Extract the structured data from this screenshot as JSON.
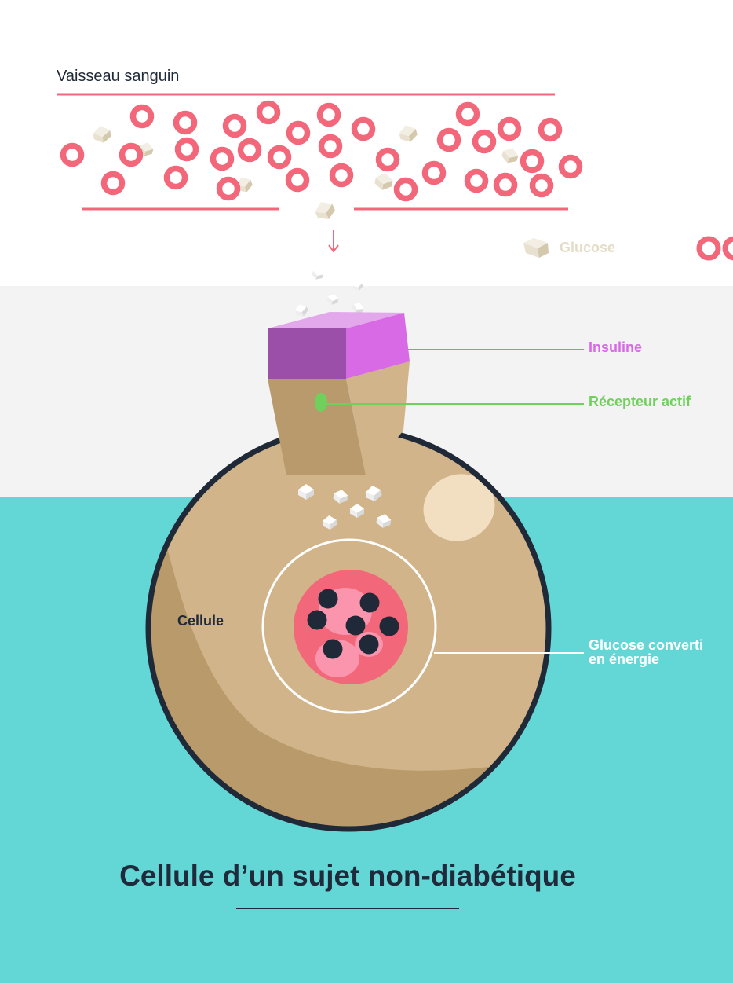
{
  "labels": {
    "blood_vessel": "Vaisseau sanguin",
    "legend_glucose": "Glucose",
    "insulin": "Insuline",
    "active_receptor": "Récepteur actif",
    "cell": "Cellule",
    "energy_line1": "Glucose converti",
    "energy_line2": "en énergie"
  },
  "title": "Cellule d’un sujet non-diabétique",
  "colors": {
    "blood_cell": "#f2687a",
    "vessel_wall": "#f2687a",
    "glucose": "#e8e1cf",
    "insulin_front": "#9c4fa8",
    "insulin_side": "#d86ae6",
    "insulin_top": "#e3a8ec",
    "receptor": "#b89a6c",
    "receptor_dot": "#6fd05c",
    "cell_body": "#d2b48a",
    "cell_shadow": "#b99a6a",
    "cell_outline": "#1f2937",
    "nucleus": "#f2687a",
    "teal": "#63d7d6",
    "grey": "#f3f3f4"
  }
}
